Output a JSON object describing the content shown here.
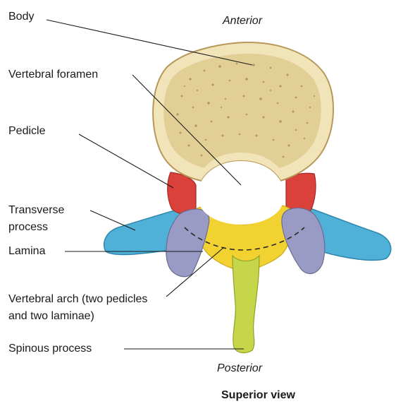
{
  "orientation": {
    "anterior": "Anterior",
    "posterior": "Posterior"
  },
  "labels": {
    "body": "Body",
    "vertebral_foramen": "Vertebral foramen",
    "pedicle": "Pedicle",
    "transverse_process_line1": "Transverse",
    "transverse_process_line2": "process",
    "lamina": "Lamina",
    "vertebral_arch_line1": "Vertebral arch (two pedicles",
    "vertebral_arch_line2": "and two laminae)",
    "spinous_process": "Spinous process"
  },
  "caption": "Superior view",
  "colors": {
    "body": "#f1e4b8",
    "body_rim": "#dcc48a",
    "pedicle": "#d9413a",
    "lamina": "#f2d230",
    "spinous_process": "#c6d64a",
    "transverse_process": "#4fb0d8",
    "articular_process": "#9a9bc4",
    "leader_line": "#1a1a1a"
  }
}
